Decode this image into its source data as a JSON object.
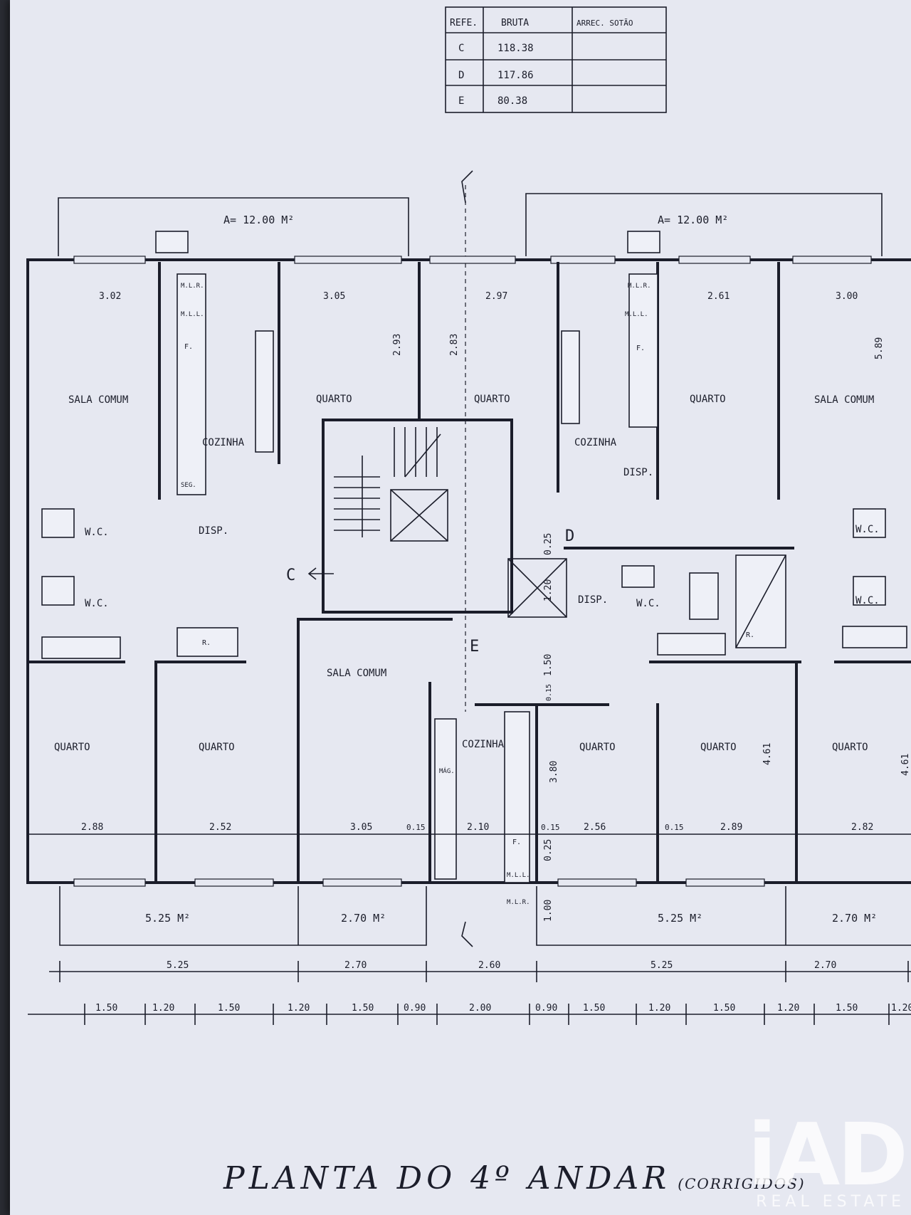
{
  "table": {
    "headers": [
      "REFE.",
      "BRUTA",
      "ARREC. SOTÃO"
    ],
    "rows": [
      {
        "ref": "C",
        "bruta": "118.38",
        "arrec": ""
      },
      {
        "ref": "D",
        "bruta": "117.86",
        "arrec": ""
      },
      {
        "ref": "E",
        "bruta": "80.38",
        "arrec": ""
      }
    ]
  },
  "balconies_top": {
    "left": "A= 12.00 M²",
    "right": "A= 12.00 M²"
  },
  "rooms": {
    "sala_left": "SALA COMUM",
    "cozinha_left": "COZINHA",
    "quarto_tl": "QUARTO",
    "quarto_tc": "QUARTO",
    "cozinha_right": "COZINHA",
    "quarto_tr": "QUARTO",
    "sala_right": "SALA COMUM",
    "disp_left": "DISP.",
    "disp_right": "DISP.",
    "disp_center": "DISP.",
    "wc_left_1": "W.C.",
    "wc_left_2": "W.C.",
    "wc_center": "W.C.",
    "wc_right_1": "W.C.",
    "wc_right_2": "W.C.",
    "sala_center": "SALA COMUM",
    "cozinha_center": "COZINHA",
    "quarto_bl1": "QUARTO",
    "quarto_bl2": "QUARTO",
    "quarto_bc": "QUARTO",
    "quarto_br1": "QUARTO",
    "quarto_br2": "QUARTO"
  },
  "appliances": {
    "mlr_1": "M.L.R.",
    "mll_1": "M.L.L.",
    "f_1": "F.",
    "seg": "SEG.",
    "mlr_2": "M.L.R.",
    "mll_2": "M.L.L.",
    "f_2": "F.",
    "r_1": "R.",
    "r_2": "R.",
    "mag": "MÁG.",
    "f_3": "F.",
    "mll_3": "M.L.L.",
    "mlr_3": "M.L.R."
  },
  "markers": {
    "c": "C",
    "d": "D",
    "e": "E"
  },
  "dims_top": [
    "3.02",
    "3.05",
    "2.97",
    "2.61",
    "3.00"
  ],
  "dims_vert_top": [
    "2.93",
    "2.83",
    "5.89"
  ],
  "dims_vert_center": [
    "0.25",
    "1.20",
    "1.50",
    "0.15",
    "3.80",
    "0.25",
    "1.00"
  ],
  "dims_vert_bottom": [
    "4.61",
    "4.61"
  ],
  "dims_bottom_rooms": [
    "2.88",
    "2.52",
    "3.05",
    "0.15",
    "2.10",
    "0.15",
    "2.56",
    "0.15",
    "2.89",
    "2.82"
  ],
  "balconies_bottom": [
    "5.25 M²",
    "2.70 M²",
    "5.25 M²",
    "2.70 M²"
  ],
  "dims_line1": [
    "5.25",
    "2.70",
    "2.60",
    "5.25",
    "2.70"
  ],
  "dims_line2": [
    "1.50",
    "1.20",
    "1.50",
    "1.20",
    "1.50",
    "0.90",
    "2.00",
    "0.90",
    "1.50",
    "1.20",
    "1.50",
    "1.20",
    "1.50",
    "1.20"
  ],
  "title": {
    "main": "PLANTA DO 4º ANDAR",
    "sub": "(CORRIGIDOS)"
  },
  "watermark": {
    "mark": "iAD",
    "sub": "REAL ESTATE"
  }
}
